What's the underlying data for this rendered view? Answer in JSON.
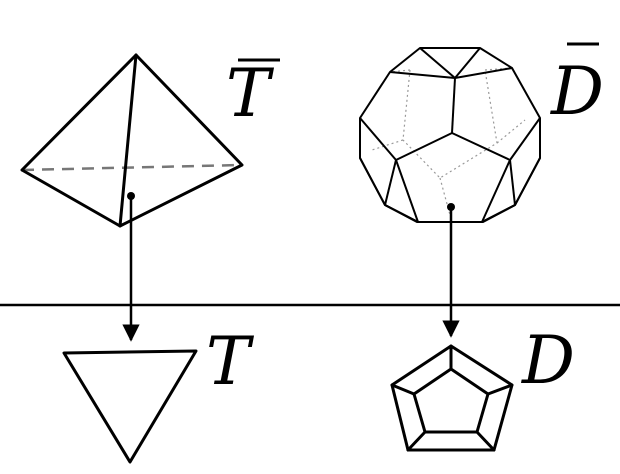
{
  "labels": {
    "tetra_bar": "T",
    "dodeca_bar": "D",
    "triangle": "T",
    "pentagon": "D"
  },
  "colors": {
    "line": "#000000",
    "hidden_edge": "#777777",
    "dotted_edge": "#999999",
    "background": "#ffffff"
  }
}
